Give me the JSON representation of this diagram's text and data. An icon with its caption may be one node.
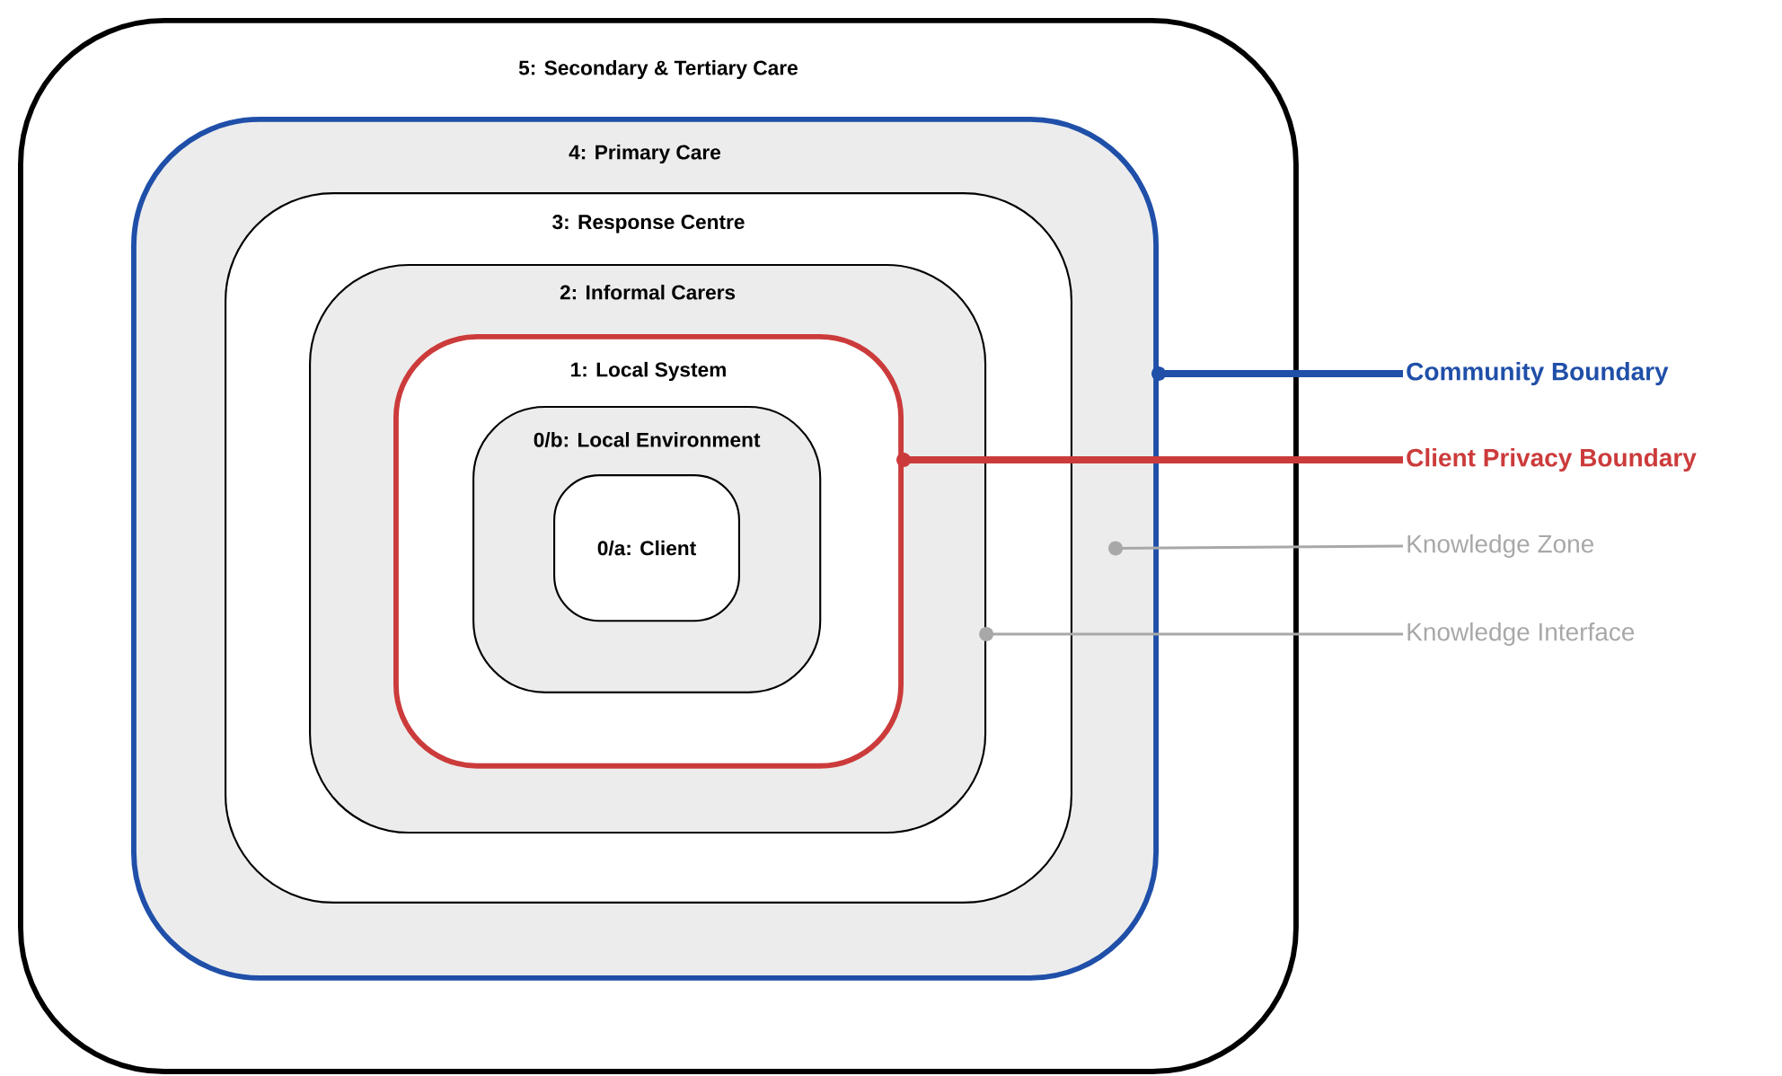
{
  "diagram": {
    "nodes": [
      {
        "text": [
          "5: Secondary & Tertiary Care"
        ]
      },
      {
        "text": [
          "4: Primary Care"
        ],
        "in": 0
      },
      {
        "text": [
          "3: Response Centre"
        ],
        "in": 1
      },
      {
        "text": [
          "2: Informal Carers"
        ],
        "in": 2
      },
      {
        "text": [
          "1: Local System"
        ],
        "in": 3
      },
      {
        "text": [
          "0/b: Local Environment"
        ],
        "in": 4
      },
      {
        "text": [
          "0/a: Client"
        ],
        "in": 5
      },
      {
        "text": [
          "Community Boundary"
        ]
      },
      {
        "text": [
          "Client Privacy Boundary"
        ]
      },
      {
        "text": [
          "Knowledge Zone"
        ]
      },
      {
        "text": [
          "Knowledge Interface"
        ]
      }
    ],
    "edges": [
      {
        "from": 7,
        "to": 1,
        "arrow": "other",
        "style": "thick",
        "color": "#1f4fa8"
      },
      {
        "from": 8,
        "to": 4,
        "arrow": "other",
        "style": "thick",
        "color": "#cc3b3b"
      },
      {
        "from": 9,
        "to": 1,
        "arrow": "other",
        "color": "#a8a8a8"
      },
      {
        "from": 10,
        "to": 3,
        "arrow": "other",
        "color": "#a8a8a8"
      }
    ]
  }
}
